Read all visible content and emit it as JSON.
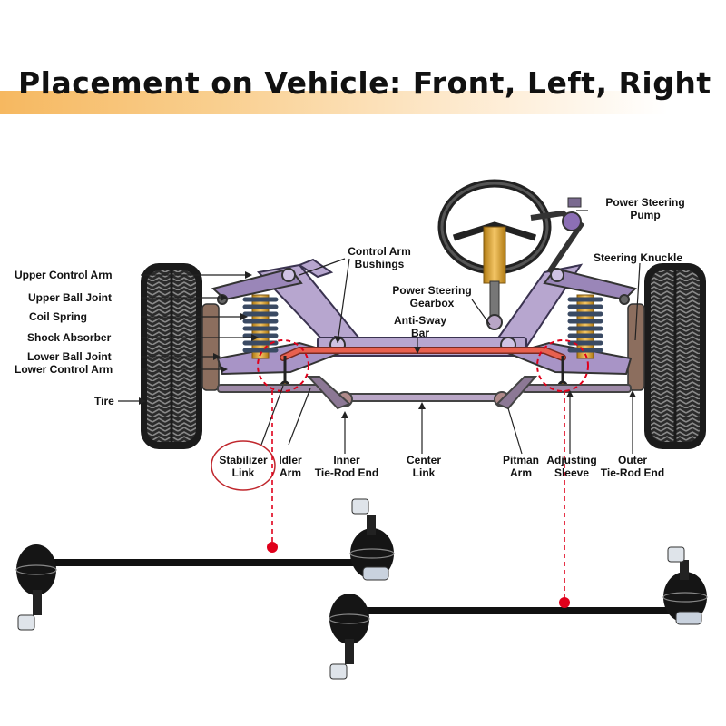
{
  "title": "Placement on Vehicle: Front, Left, Right",
  "colors": {
    "title_band": "#f6b860",
    "frame": "#b7a6cf",
    "anti_sway_bar": "#e8604f",
    "spring": "#3a4a63",
    "shock": "#e8a21c",
    "marker": "#e0001b",
    "stabilizer_link": "#111111"
  },
  "labels": {
    "upper_control_arm": "Upper Control Arm",
    "upper_ball_joint": "Upper Ball Joint",
    "coil_spring": "Coil Spring",
    "shock_absorber": "Shock Absorber",
    "lower_ball_joint": "Lower Ball Joint",
    "lower_control_arm": "Lower Control Arm",
    "tire": "Tire",
    "control_arm_bushings_1": "Control Arm",
    "control_arm_bushings_2": "Bushings",
    "power_steering_pump_1": "Power Steering",
    "power_steering_pump_2": "Pump",
    "steering_knuckle": "Steering Knuckle",
    "power_steering_gearbox_1": "Power Steering",
    "power_steering_gearbox_2": "Gearbox",
    "anti_sway_bar_1": "Anti-Sway",
    "anti_sway_bar_2": "Bar",
    "stabilizer_link_1": "Stabilizer",
    "stabilizer_link_2": "Link",
    "idler_arm_1": "Idler",
    "idler_arm_2": "Arm",
    "inner_tie_rod_1": "Inner",
    "inner_tie_rod_2": "Tie-Rod End",
    "center_link_1": "Center",
    "center_link_2": "Link",
    "pitman_arm_1": "Pitman",
    "pitman_arm_2": "Arm",
    "adjusting_sleeve_1": "Adjusting",
    "adjusting_sleeve_2": "Sleeve",
    "outer_tie_rod_1": "Outer",
    "outer_tie_rod_2": "Tie-Rod End"
  }
}
